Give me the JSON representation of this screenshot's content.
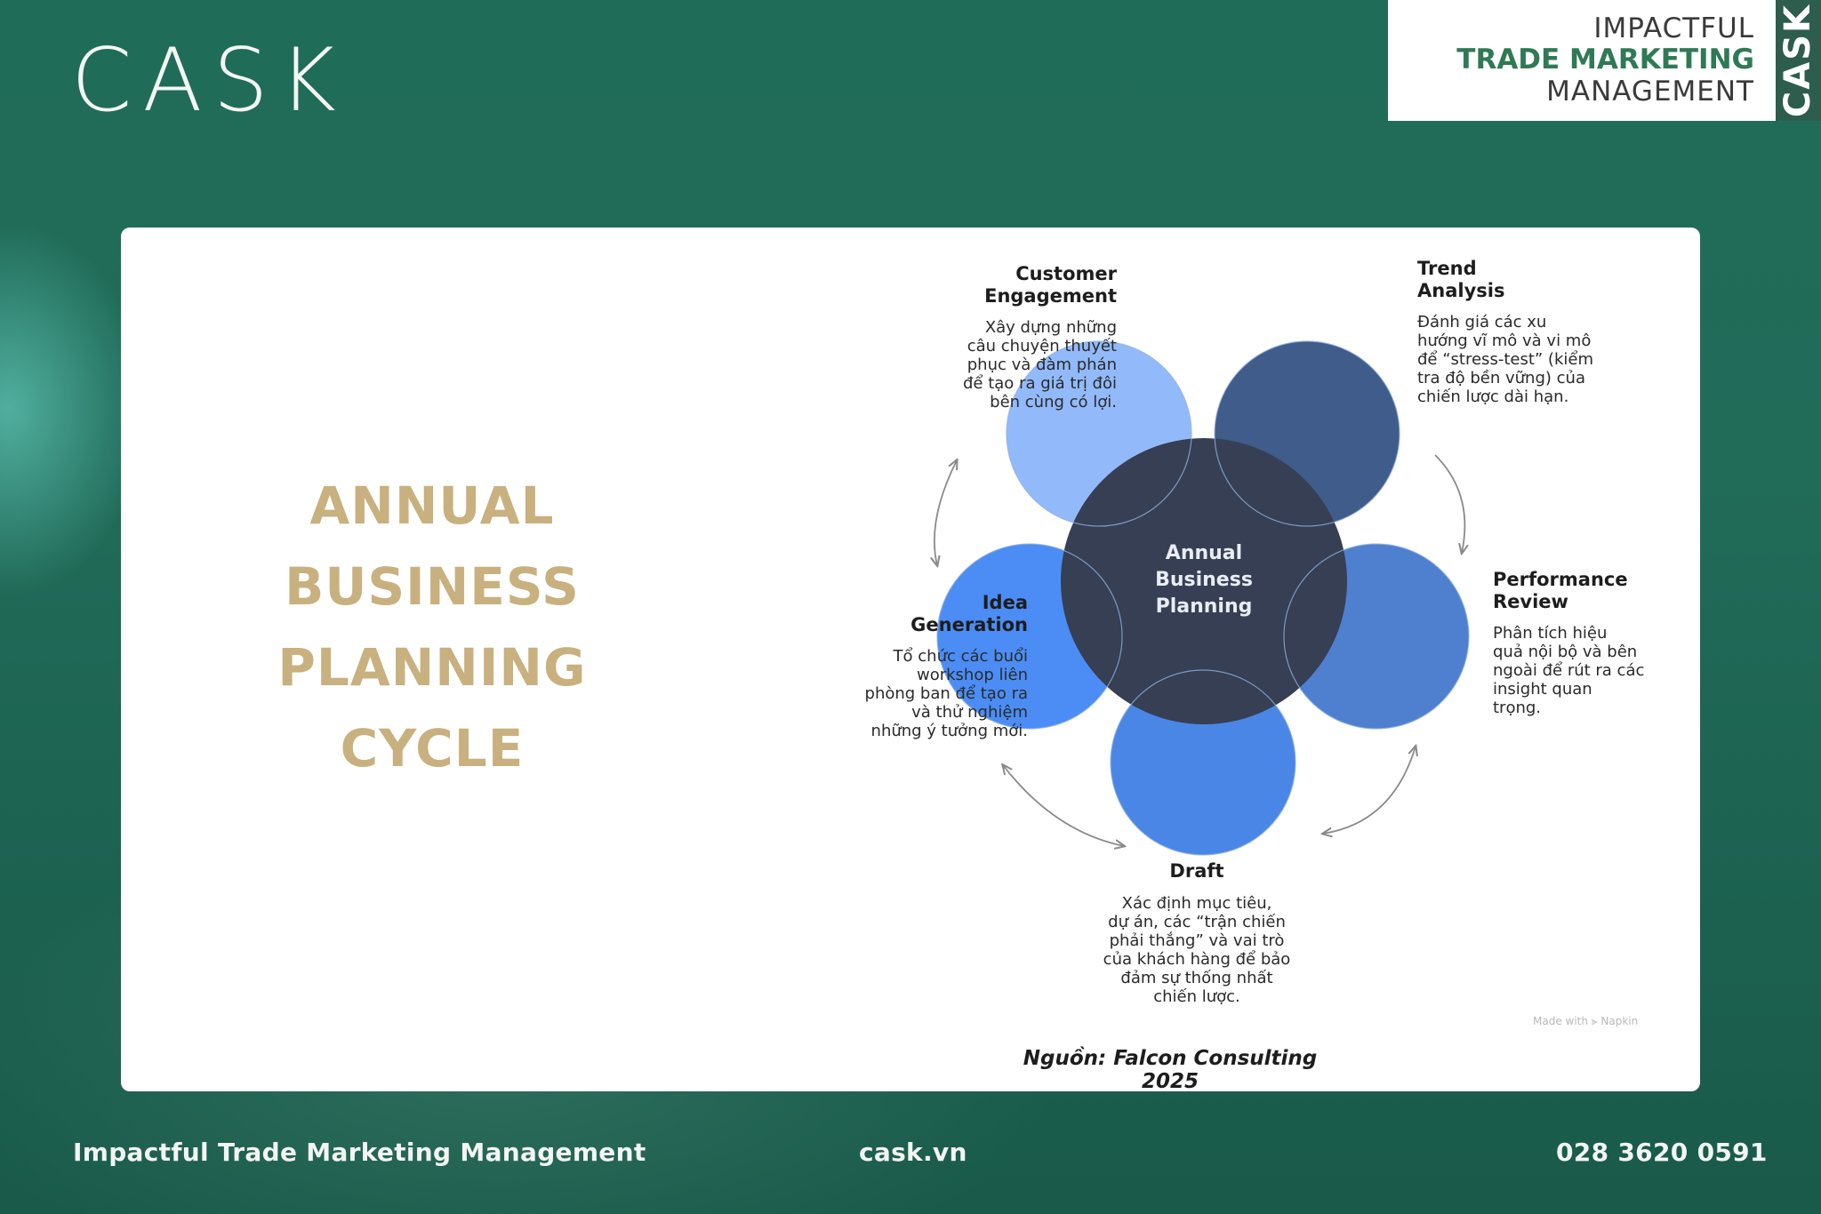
{
  "header": {
    "logo_text": "CASK",
    "brand_line1": "IMPACTFUL",
    "brand_line2": "TRADE MARKETING",
    "brand_line3": "MANAGEMENT",
    "brand_tag": "CASK"
  },
  "card": {
    "title_lines": [
      "ANNUAL",
      "BUSINESS",
      "PLANNING",
      "CYCLE"
    ],
    "title_color": "#c9b07f",
    "center_label_lines": [
      "Annual",
      "Business",
      "Planning"
    ],
    "stages": {
      "customer_engagement": {
        "title_lines": [
          "Customer",
          "Engagement"
        ],
        "desc_lines": [
          "Xây dựng những",
          "câu chuyện thuyết",
          "phục và đàm phán",
          "để tạo ra giá trị đôi",
          "bên cùng có lợi."
        ]
      },
      "trend_analysis": {
        "title_lines": [
          "Trend",
          "Analysis"
        ],
        "desc_lines": [
          "Đánh giá các xu",
          "hướng vĩ mô và vi mô",
          "để “stress-test” (kiểm",
          "tra độ bền vững) của",
          "chiến lược dài hạn."
        ]
      },
      "performance_review": {
        "title_lines": [
          "Performance",
          "Review"
        ],
        "desc_lines": [
          "Phân tích hiệu",
          "quả nội bộ và bên",
          "ngoài để rút ra các",
          "insight quan",
          "trọng."
        ]
      },
      "draft": {
        "title_lines": [
          "Draft"
        ],
        "desc_lines": [
          "Xác định mục tiêu,",
          "dự án, các “trận chiến",
          "phải thắng” và vai trò",
          "của khách hàng để bảo",
          "đảm sự thống nhất",
          "chiến lược."
        ]
      },
      "idea_generation": {
        "title_lines": [
          "Idea",
          "Generation"
        ],
        "desc_lines": [
          "Tổ chức các buổi",
          "workshop liên",
          "phòng ban để tạo ra",
          "và thử nghiệm",
          "những ý tưởng mới."
        ]
      }
    },
    "colors": {
      "center": "#363f53",
      "customer_engagement": "#92bafa",
      "trend_analysis": "#3f5c8b",
      "performance_review": "#4f80cf",
      "draft": "#4a86e6",
      "idea_generation": "#4b8df5"
    },
    "source": "Nguồn: Falcon Consulting 2025",
    "watermark": "Made with ⫸ Napkin"
  },
  "footer": {
    "tagline": "Impactful Trade Marketing Management",
    "website": "cask.vn",
    "phone": "028 3620 0591"
  }
}
